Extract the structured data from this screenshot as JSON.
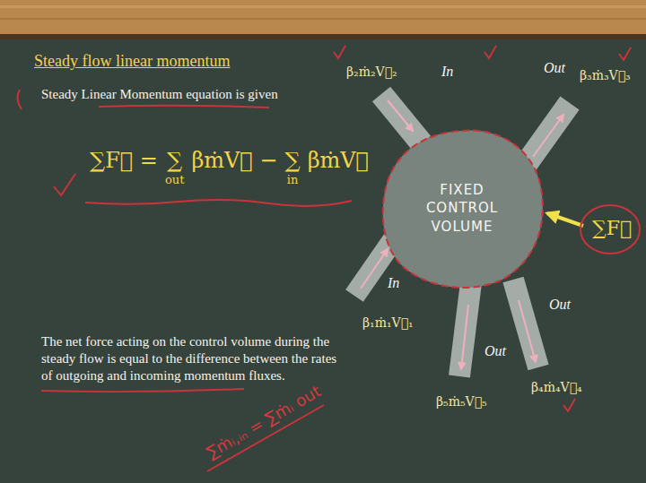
{
  "diagram": {
    "title": "Steady flow linear momentum",
    "nodes": [
      {
        "text": [
          "FIXED CONTROL VOLUME"
        ]
      }
    ],
    "labels": [
      "Steady Linear Momentum equation is given",
      "The net force acting on the control volume during the steady flow is equal to the difference between the rates of outgoing and incoming momentum fluxes.",
      "∑F⃗ =",
      "∑",
      "out",
      "βṁV⃗ −",
      "∑",
      "in",
      "βṁV⃗",
      "β₂ṁ₂V⃗₂",
      "In",
      "Out",
      "β₃ṁ₃V⃗₃",
      "∑F⃗",
      "In",
      "Out",
      "β₁ṁ₁V⃗₁",
      "Out",
      "β₅ṁ₅V⃗₅",
      "β₄ṁ₄V⃗₄",
      "∑ṁᵢ,ᵢₙ = ∑ṁᵢ out"
    ]
  }
}
